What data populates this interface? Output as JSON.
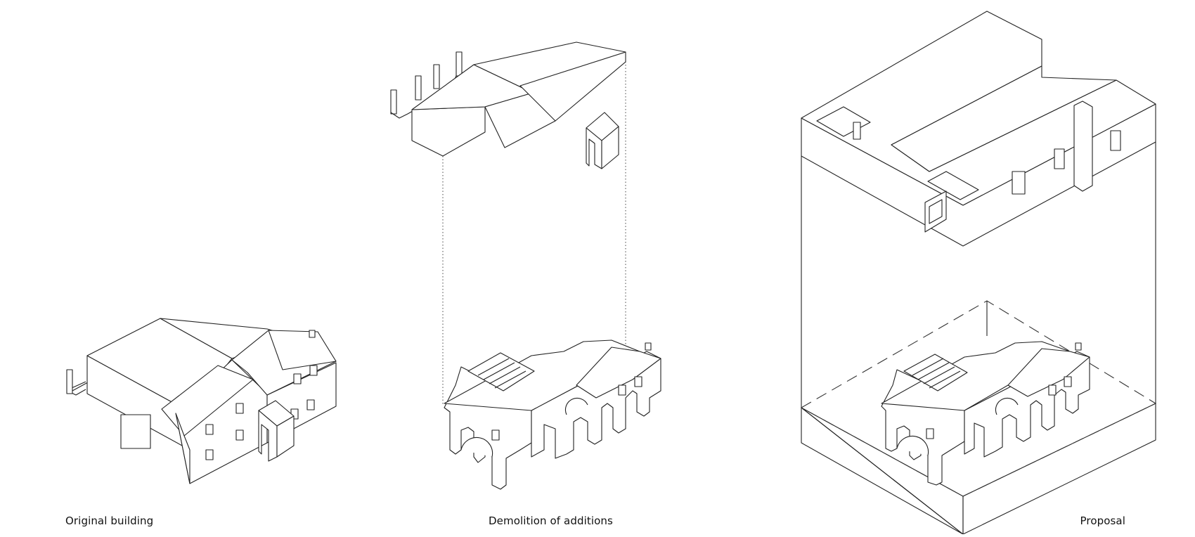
{
  "captions": {
    "original": "Original building",
    "demolition": "Demolition of additions",
    "proposal": "Proposal"
  },
  "colors": {
    "background": "#ffffff",
    "line": "#222222",
    "text": "#111111"
  }
}
